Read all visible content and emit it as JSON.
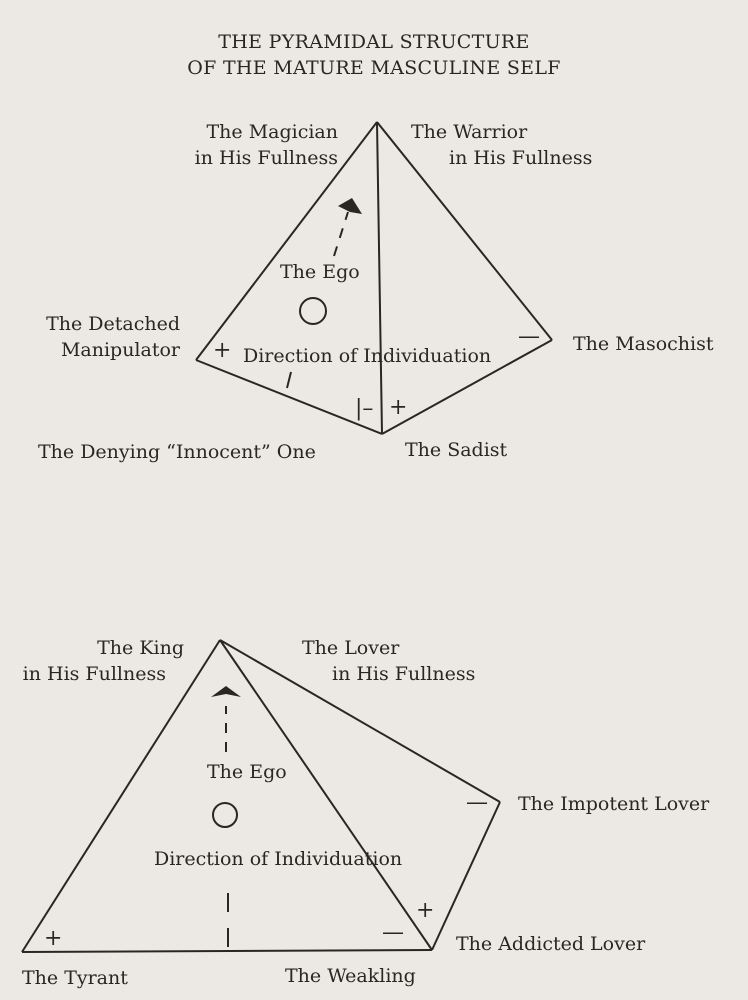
{
  "title": {
    "line1": "THE PYRAMIDAL STRUCTURE",
    "line2": "OF THE MATURE MASCULINE SELF"
  },
  "top_pyramid": {
    "apex_left": {
      "line1": "The Magician",
      "line2": "in His Fullness"
    },
    "apex_right": {
      "line1": "The Warrior",
      "line2": "in His Fullness"
    },
    "ego": "The Ego",
    "direction": "Direction of Individuation",
    "left_corner": {
      "line1": "The Detached",
      "line2": "Manipulator"
    },
    "right_corner": "The Masochist",
    "bottom_left": "The Denying “Innocent” One",
    "bottom_right": "The Sadist",
    "signs": {
      "left": "+",
      "right": "—",
      "bottom_minus": "|–",
      "bottom_plus": "+"
    }
  },
  "bottom_pyramid": {
    "apex_left": {
      "line1": "The King",
      "line2": "in His Fullness"
    },
    "apex_right": {
      "line1": "The Lover",
      "line2": "in His Fullness"
    },
    "ego": "The Ego",
    "direction": "Direction of Individuation",
    "right_corner": "The Impotent Lover",
    "bottom_right": "The Addicted Lover",
    "bottom_left": "The Tyrant",
    "bottom_mid": "The Weakling",
    "signs": {
      "left": "+",
      "right_minus": "—",
      "right_plus": "+",
      "corner_minus": "—"
    }
  }
}
